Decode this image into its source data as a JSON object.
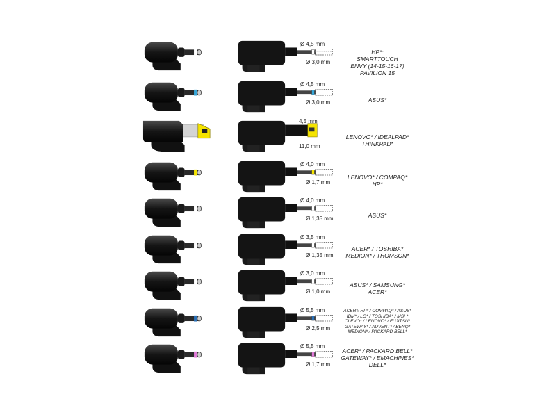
{
  "rows": [
    {
      "dim_top": "Ø 4,5 mm",
      "dim_bot": "Ø 3,0 mm",
      "tip_color": "#ffffff",
      "brand_lines": [
        "HP*:",
        "SMARTTOUCH",
        "ENVY (14-15-16-17)",
        "PAVILION 15"
      ]
    },
    {
      "dim_top": "Ø 4,5 mm",
      "dim_bot": "Ø 3,0 mm",
      "tip_color": "#37a6d8",
      "brand_lines": [
        "ASUS*"
      ]
    },
    {
      "dim_top": "4,5 mm",
      "dim_bot": "11,0 mm",
      "tip_color": "#f5e400",
      "brand_lines": [
        "LENOVO* / IDEALPAD*",
        "THINKPAD*"
      ]
    },
    {
      "dim_top": "Ø 4,0 mm",
      "dim_bot": "Ø 1,7 mm",
      "tip_color": "#f5e400",
      "brand_lines": [
        "LENOVO* / COMPAQ*",
        "HP*"
      ]
    },
    {
      "dim_top": "Ø 4,0 mm",
      "dim_bot": "Ø 1,35 mm",
      "tip_color": "#ffffff",
      "brand_lines": [
        "ASUS*"
      ]
    },
    {
      "dim_top": "Ø 3,5 mm",
      "dim_bot": "Ø 1,35 mm",
      "tip_color": "#ffffff",
      "brand_lines": [
        "ACER* / TOSHIBA*",
        "MEDION* / THOMSON*"
      ]
    },
    {
      "dim_top": "Ø 3,0 mm",
      "dim_bot": "Ø 1,0 mm",
      "tip_color": "#ffffff",
      "brand_lines": [
        "ASUS* / SAMSUNG*",
        "ACER*"
      ]
    },
    {
      "dim_top": "Ø 5,5 mm",
      "dim_bot": "Ø 2,5 mm",
      "tip_color": "#2a6fb5",
      "brand_lines": [
        "ACER*/ HP* / COMPAQ* / ASUS*",
        "IBM* / LG* / TOSHIBA* / MSI *",
        "CLEVO* / LENOVO* / FUJITSU*",
        "GATEWAY* / ADVENT* / BENQ*",
        "MEDION* / PACKARD BELL*"
      ]
    },
    {
      "dim_top": "Ø 5,5 mm",
      "dim_bot": "Ø 1,7 mm",
      "tip_color": "#e07bd8",
      "brand_lines": [
        "ACER* / PACKARD BELL*",
        "GATEWAY* / EMACHINES*",
        "DELL*"
      ]
    }
  ]
}
